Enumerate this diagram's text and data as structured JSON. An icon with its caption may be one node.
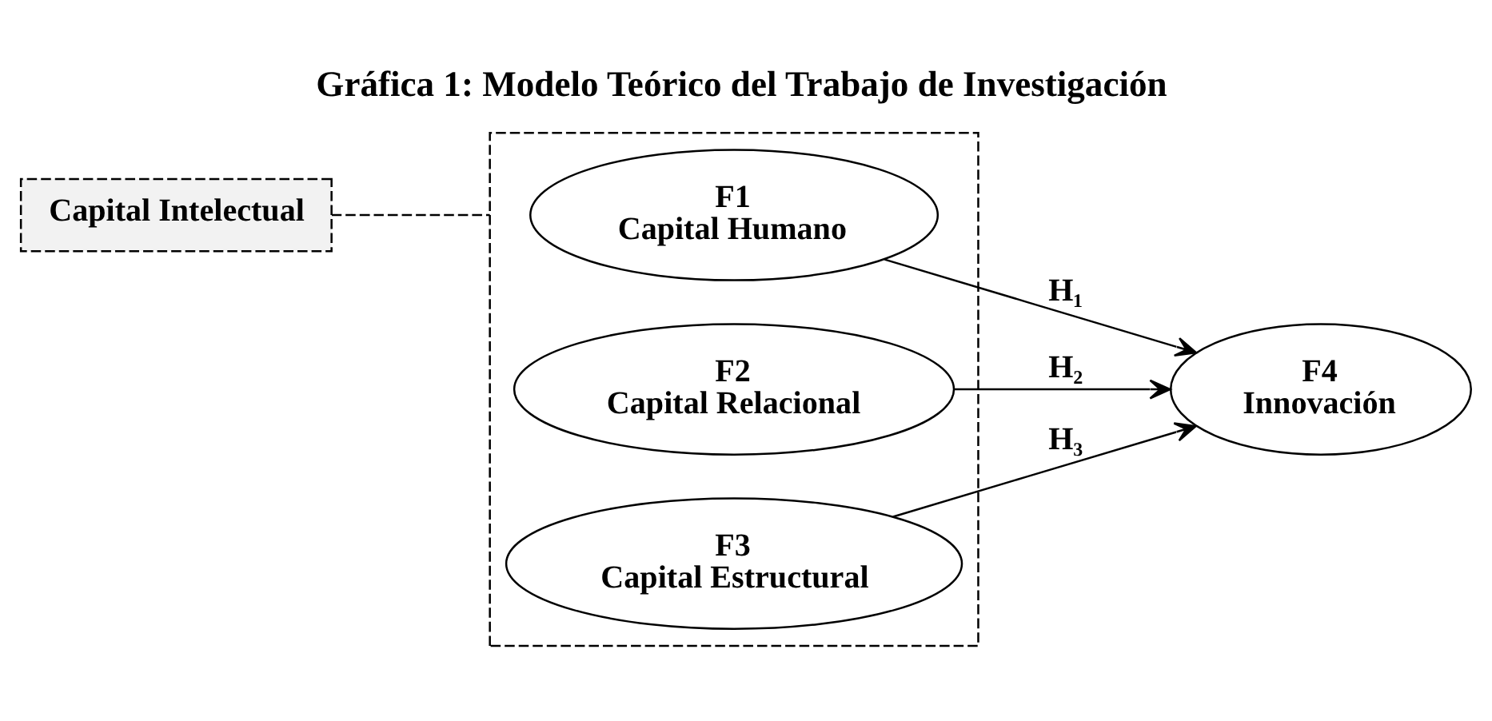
{
  "diagram": {
    "title": "Gráfica 1: Modelo Teórico del Trabajo de Investigación",
    "nodes": [
      {
        "text": [
          "Capital Intelectual"
        ]
      },
      {
        "text": [],
        "shape": "box"
      },
      {
        "text": [
          "F1",
          "Capital Humano"
        ],
        "in": 1
      },
      {
        "text": [
          "F2",
          "Capital Relacional"
        ],
        "in": 1
      },
      {
        "text": [
          "F3",
          "Capital Estructural"
        ],
        "in": 1
      },
      {
        "text": [
          "F4",
          "Innovación"
        ]
      }
    ],
    "edges": [
      {
        "from": 0,
        "to": 1,
        "arrow": "none",
        "style": "dashed"
      },
      {
        "from": 2,
        "to": 5,
        "arrow": "to",
        "label": "H₁"
      },
      {
        "from": 3,
        "to": 5,
        "arrow": "to",
        "label": "H₂"
      },
      {
        "from": 4,
        "to": 5,
        "arrow": "to",
        "label": "H₃"
      }
    ]
  }
}
